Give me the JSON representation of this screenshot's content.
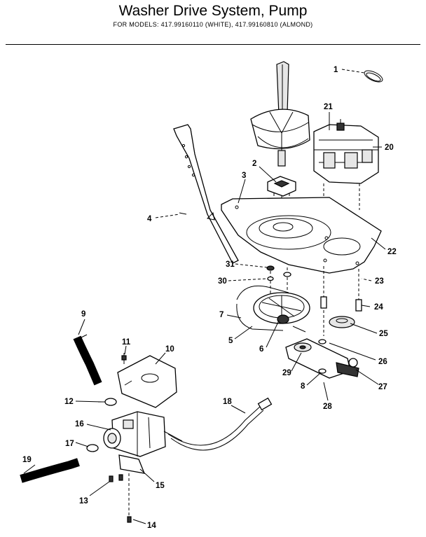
{
  "title": "Washer Drive System, Pump",
  "subtitle": "FOR MODELS: 417.99160110  (WHITE), 417.99160810 (ALMOND)",
  "callouts": [
    {
      "id": "c1",
      "label": "1"
    },
    {
      "id": "c2",
      "label": "2"
    },
    {
      "id": "c3",
      "label": "3"
    },
    {
      "id": "c4",
      "label": "4"
    },
    {
      "id": "c5",
      "label": "5"
    },
    {
      "id": "c6",
      "label": "6"
    },
    {
      "id": "c7",
      "label": "7"
    },
    {
      "id": "c8",
      "label": "8"
    },
    {
      "id": "c9",
      "label": "9"
    },
    {
      "id": "c10",
      "label": "10"
    },
    {
      "id": "c11",
      "label": "11"
    },
    {
      "id": "c12",
      "label": "12"
    },
    {
      "id": "c13",
      "label": "13"
    },
    {
      "id": "c14",
      "label": "14"
    },
    {
      "id": "c15",
      "label": "15"
    },
    {
      "id": "c16",
      "label": "16"
    },
    {
      "id": "c17",
      "label": "17"
    },
    {
      "id": "c18",
      "label": "18"
    },
    {
      "id": "c19",
      "label": "19"
    },
    {
      "id": "c20",
      "label": "20"
    },
    {
      "id": "c21",
      "label": "21"
    },
    {
      "id": "c22",
      "label": "22"
    },
    {
      "id": "c23",
      "label": "23"
    },
    {
      "id": "c24",
      "label": "24"
    },
    {
      "id": "c25",
      "label": "25"
    },
    {
      "id": "c26",
      "label": "26"
    },
    {
      "id": "c27",
      "label": "27"
    },
    {
      "id": "c28",
      "label": "28"
    },
    {
      "id": "c29",
      "label": "29"
    },
    {
      "id": "c30",
      "label": "30"
    },
    {
      "id": "c31",
      "label": "31"
    }
  ]
}
